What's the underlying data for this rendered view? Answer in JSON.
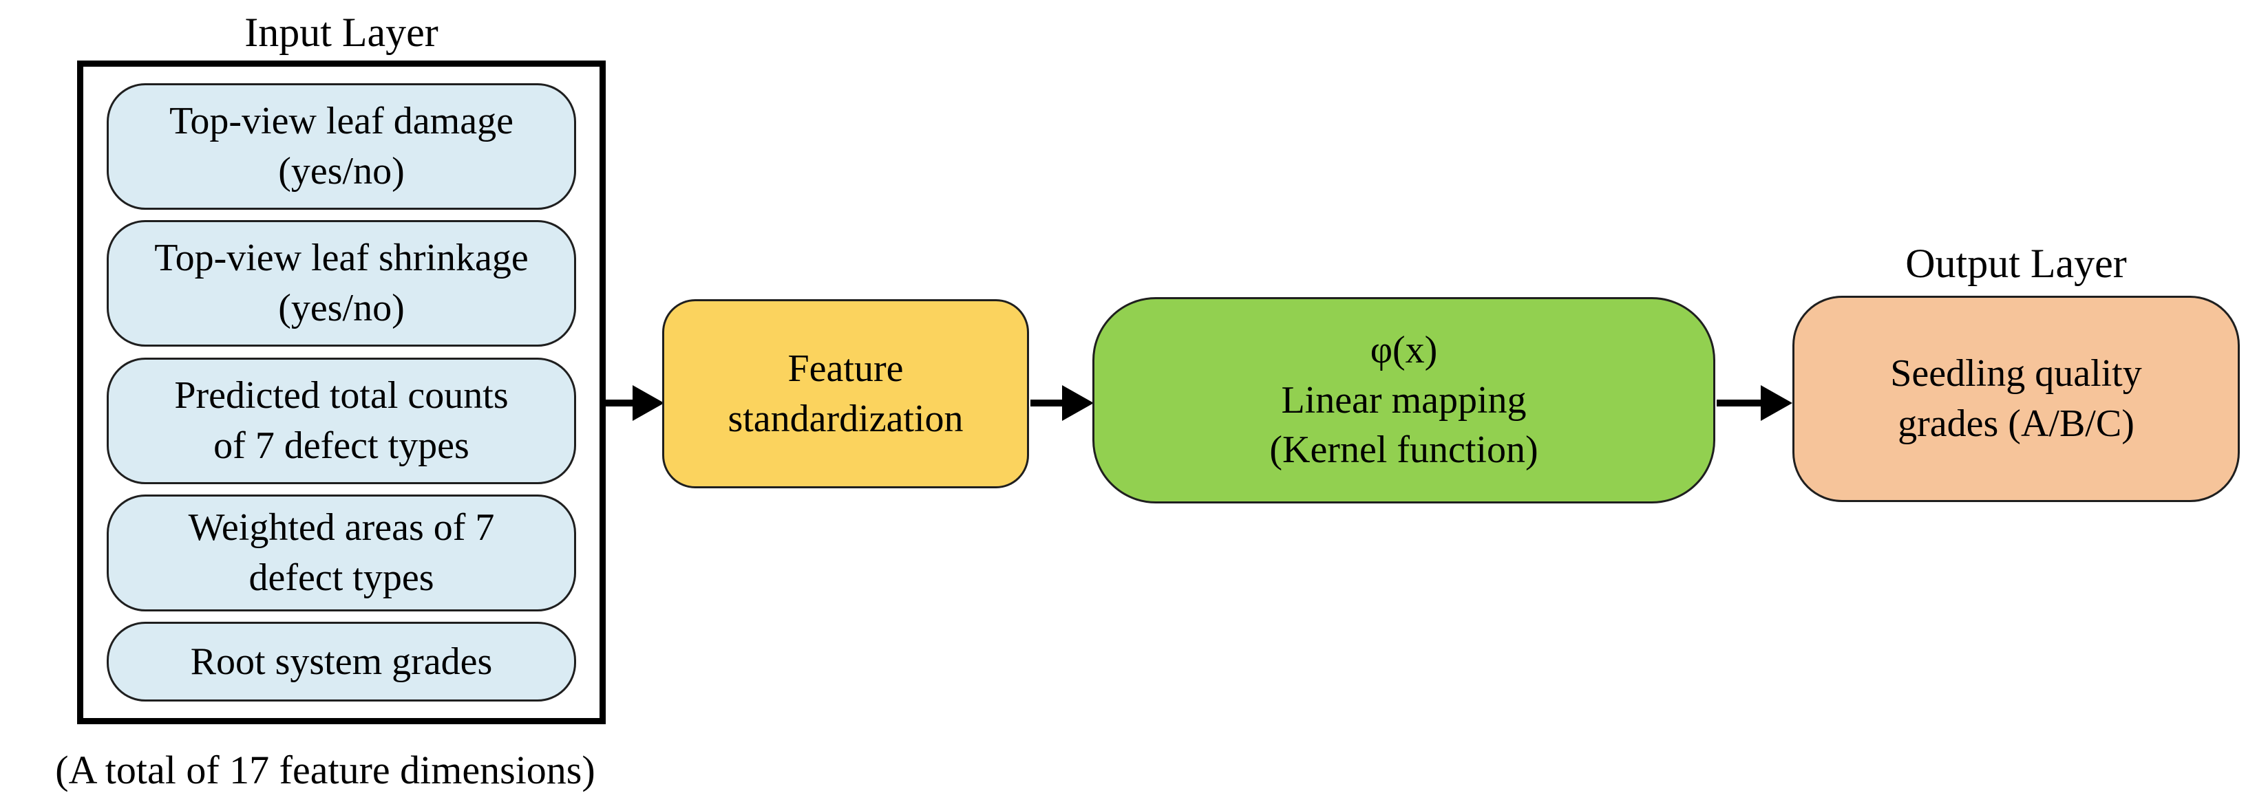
{
  "diagram": {
    "input": {
      "title": "Input Layer",
      "caption": "(A total of 17 feature dimensions)",
      "node_fill": "#DAEBF3",
      "nodes": [
        {
          "lines": [
            "Top-view leaf damage",
            "(yes/no)"
          ]
        },
        {
          "lines": [
            "Top-view leaf shrinkage",
            "(yes/no)"
          ]
        },
        {
          "lines": [
            "Predicted total counts",
            "of 7 defect types"
          ]
        },
        {
          "lines": [
            "Weighted areas of 7",
            "defect types"
          ]
        },
        {
          "lines": [
            "Root system grades"
          ]
        }
      ]
    },
    "steps": [
      {
        "id": "feature-standardization",
        "fill": "#FBD35E",
        "lines": [
          "Feature",
          "standardization"
        ]
      },
      {
        "id": "kernel-mapping",
        "fill": "#92D050",
        "lines": [
          "φ(x)",
          "Linear mapping",
          "(Kernel function)"
        ]
      }
    ],
    "output": {
      "title": "Output Layer",
      "fill": "#F6C49A",
      "node": {
        "lines": [
          "Seedling quality",
          "grades (A/B/C)"
        ]
      }
    }
  }
}
